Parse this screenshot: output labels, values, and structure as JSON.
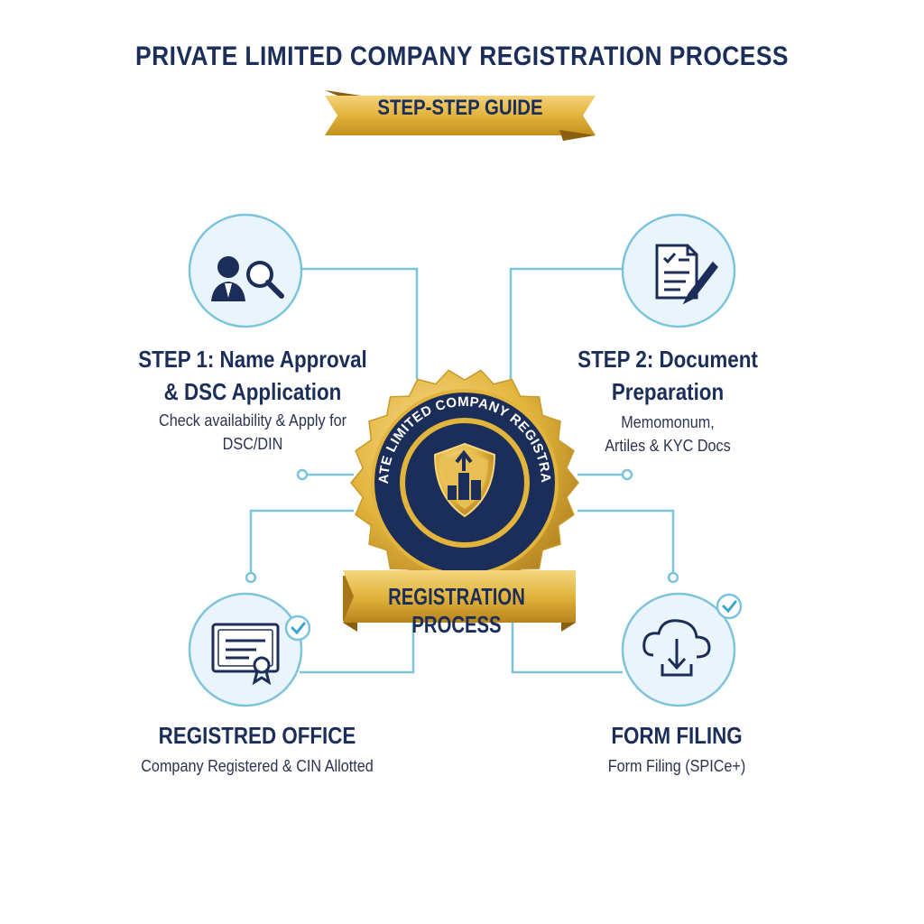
{
  "header": {
    "title": "PRIVATE LIMITED COMPANY REGISTRATION PROCESS",
    "ribbon": "STEP-STEP GUIDE"
  },
  "badge": {
    "ring_text": "PRIVATE LIMITED COMPANY REGISTRATION",
    "ribbon": "REGISTRATION PROCESS"
  },
  "steps": [
    {
      "title_line1": "STEP 1: Name Approval",
      "title_line2": "& DSC Application",
      "desc_line1": "Check availability & Apply for",
      "desc_line2": "DSC/DIN",
      "icon": "person-search-icon"
    },
    {
      "title_line1": "STEP 2: Document",
      "title_line2": "Preparation",
      "desc_line1": "Memomonum,",
      "desc_line2": "Artiles & KYC Docs",
      "icon": "document-checklist-pen-icon"
    },
    {
      "title_line1": "REGISTRED OFFICE",
      "desc_line1": "Company Registered & CIN Allotted",
      "icon": "certificate-icon"
    },
    {
      "title_line1": "FORM FILING",
      "desc_line1": "Form Filing (SPICe+)",
      "icon": "cloud-upload-icon"
    }
  ],
  "colors": {
    "navy": "#1b2e5a",
    "gold": "#e2b43c",
    "connector": "#7cc4dc",
    "circle_fill": "#eaf5fb",
    "check": "#37a5cf"
  }
}
